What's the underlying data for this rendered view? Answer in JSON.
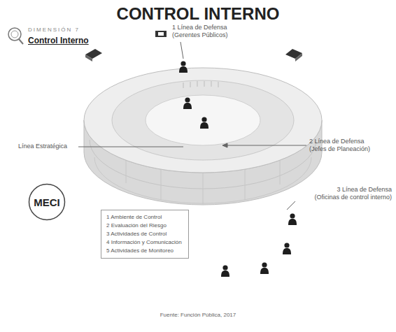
{
  "diagram": {
    "title": "CONTROL INTERNO",
    "caption": "Fuente: Función Pública, 2017",
    "nodes": [
      {
        "text": [
          "MECI"
        ]
      },
      {
        "text": [
          "1 Ambiente de Control",
          "2 Evaluación del Riesgo",
          "3 Actividades de Control",
          "4 Información y Comunicación",
          "5 Actividades de Monitoreo"
        ]
      }
    ],
    "labels": [
      "DIMENSIÓN 7",
      "Control Interno",
      "1 Línea de Defensa",
      "(Gerentes Públicos)",
      "Línea Estratégica",
      "2 Línea de Defensa",
      "(Jefes de Planeación)",
      "3 Línea de Defensa",
      "(Oficinas de control interno)"
    ]
  }
}
